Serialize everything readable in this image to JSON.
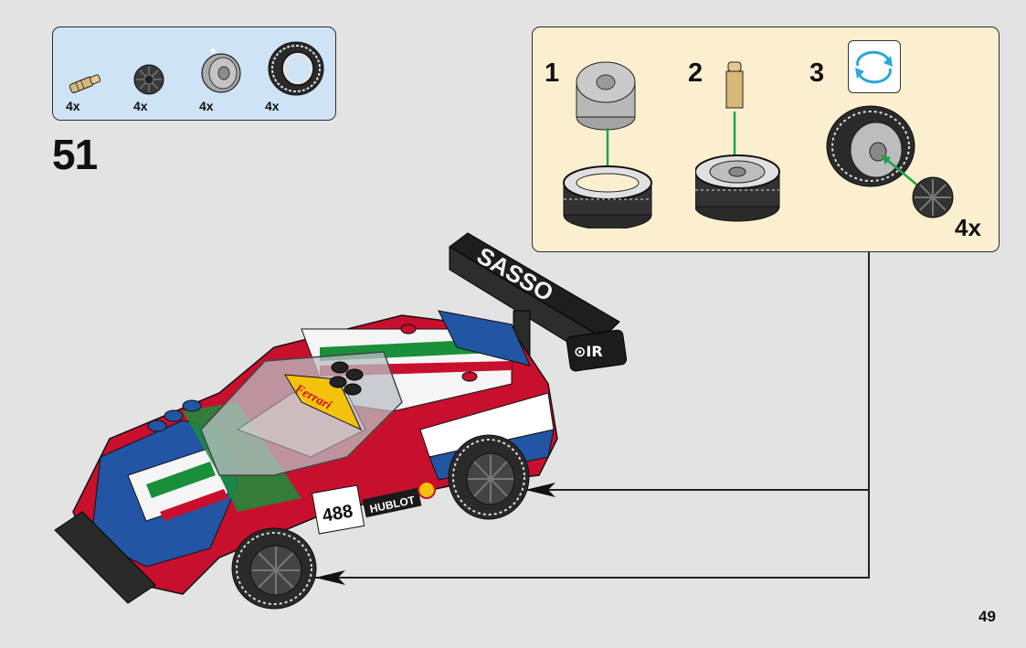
{
  "parts_list": {
    "items": [
      {
        "icon": "axle-pin-icon",
        "qty": "4x"
      },
      {
        "icon": "hub-icon",
        "qty": "4x"
      },
      {
        "icon": "rim-icon",
        "qty": "4x"
      },
      {
        "icon": "tire-icon",
        "qty": "4x"
      }
    ]
  },
  "step": {
    "number": "51"
  },
  "substeps": [
    {
      "number": "1"
    },
    {
      "number": "2"
    },
    {
      "number": "3"
    }
  ],
  "substep3": {
    "qty": "4x",
    "icon": "rotate-model-icon"
  },
  "car": {
    "wing_text": "SASSO",
    "race_number": "488",
    "sponsor": "HUBLOT",
    "brand": "Ferrari"
  },
  "page": {
    "number": "49"
  },
  "colors": {
    "parts_box": "#cfe3f6",
    "substep_box": "#fbefcf",
    "red": "#c8102e",
    "blue": "#2255a4",
    "arrow": "#1fa24a"
  }
}
